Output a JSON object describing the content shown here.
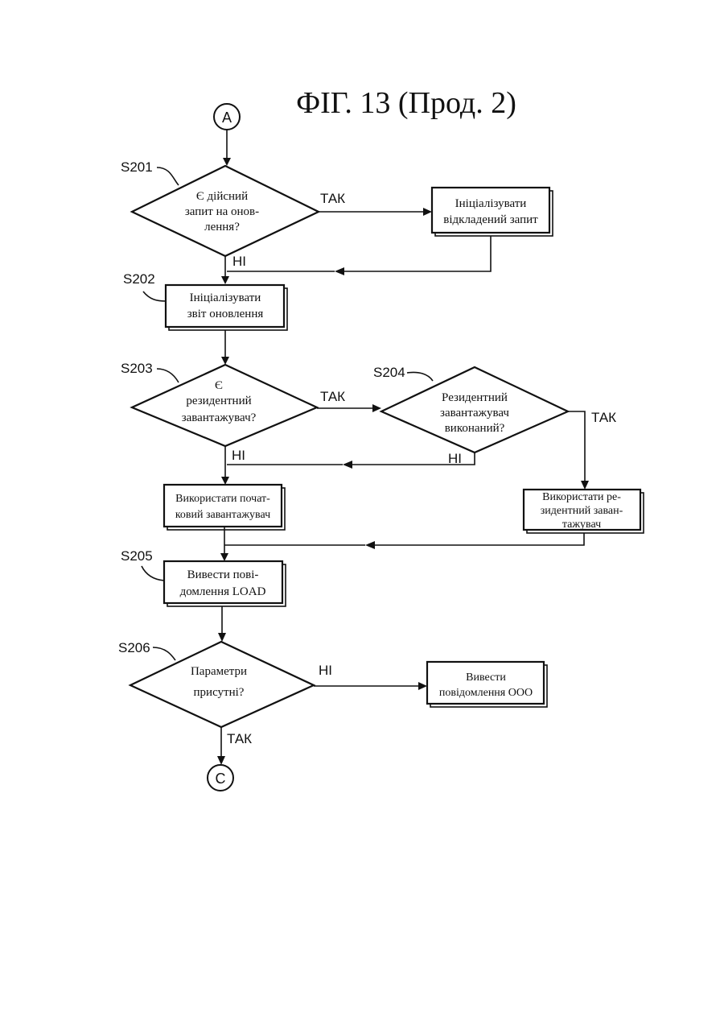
{
  "figure_title": "ФІГ. 13 (Прод. 2)",
  "connectors": {
    "start": "A",
    "end": "C"
  },
  "steps": {
    "s201": {
      "label": "S201",
      "lines": [
        "Є дійсний",
        "запит на онов-",
        "лення?"
      ]
    },
    "s202": {
      "label": "S202",
      "lines": [
        "Ініціалізувати",
        "звіт оновлення"
      ]
    },
    "s203": {
      "label": "S203",
      "lines": [
        "Є",
        "резидентний",
        "завантажувач?"
      ]
    },
    "s204": {
      "label": "S204",
      "lines": [
        "Резидентний",
        "завантажувач",
        "виконаний?"
      ]
    },
    "s205": {
      "label": "S205",
      "lines": [
        "Вивести пові-",
        "домлення LOAD"
      ]
    },
    "s206": {
      "label": "S206",
      "lines": [
        "Параметри",
        "присутні?"
      ]
    }
  },
  "boxes": {
    "init_deferred": [
      "Ініціалізувати",
      "відкладений запит"
    ],
    "use_initial_loader": [
      "Використати почат-",
      "ковий завантажувач"
    ],
    "use_resident_loader": [
      "Використати ре-",
      "зидентний заван-",
      "тажувач"
    ],
    "output_ooo": [
      "Вивести",
      "повідомлення ООО"
    ]
  },
  "branch_labels": {
    "s201_yes": "ТАК",
    "s201_no": "НІ",
    "s203_yes": "ТАК",
    "s203_no": "НІ",
    "s204_yes": "ТАК",
    "s204_no": "НІ",
    "s206_no": "НІ",
    "s206_yes": "ТАК"
  }
}
